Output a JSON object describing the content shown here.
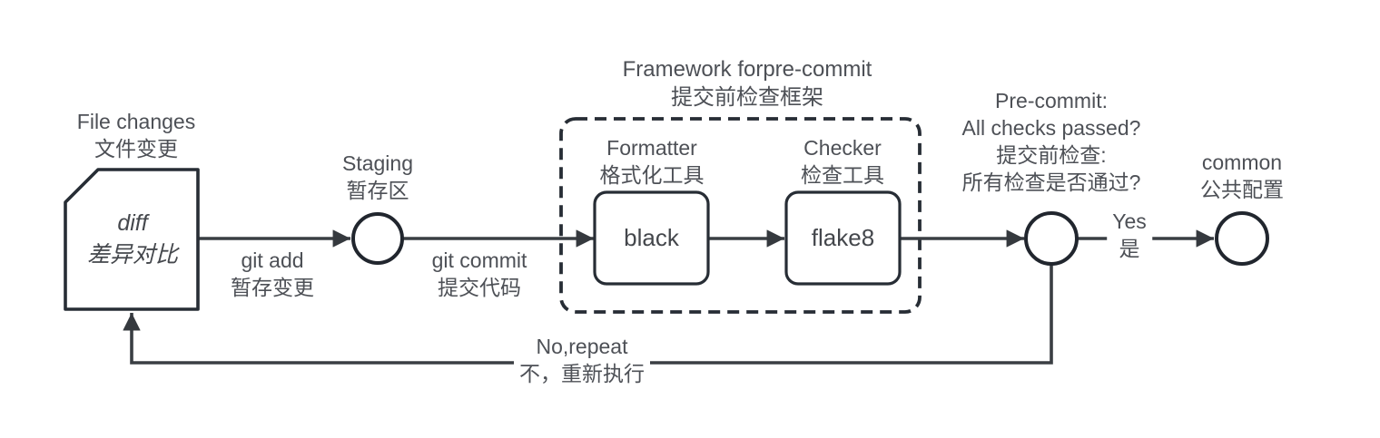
{
  "diagram": {
    "title": "git pre-commit workflow",
    "colors": {
      "background": "#ffffff",
      "shape_stroke": "#272d35",
      "line_stroke": "#3a3e43",
      "text": "#4d5056",
      "shape_fill": "#ffffff"
    },
    "nodes": {
      "file_changes": {
        "label_en": "File changes",
        "label_zh": "文件变更",
        "body_line1": "diff",
        "body_line2": "差异对比",
        "shape": "document"
      },
      "staging": {
        "label_en": "Staging",
        "label_zh": "暂存区",
        "shape": "circle"
      },
      "framework": {
        "title_en": "Framework forpre-commit",
        "title_zh": "提交前检查框架",
        "shape": "dashed-rounded-box"
      },
      "formatter": {
        "label_en": "Formatter",
        "label_zh": "格式化工具",
        "tool": "black",
        "shape": "rounded-box"
      },
      "checker": {
        "label_en": "Checker",
        "label_zh": "检查工具",
        "tool": "flake8",
        "shape": "rounded-box"
      },
      "precommit_check": {
        "line1": "Pre-commit:",
        "line2": "All checks passed?",
        "line3": "提交前检查:",
        "line4": "所有检查是否通过?",
        "shape": "circle"
      },
      "common": {
        "label_en": "common",
        "label_zh": "公共配置",
        "shape": "circle"
      }
    },
    "edges": {
      "git_add": {
        "label_en": "git add",
        "label_zh": "暂存变更",
        "from": "file_changes",
        "to": "staging"
      },
      "git_commit": {
        "label_en": "git commit",
        "label_zh": "提交代码",
        "from": "staging",
        "to": "formatter"
      },
      "formatter_to_checker": {
        "from": "black",
        "to": "flake8"
      },
      "checker_to_decision": {
        "from": "flake8",
        "to": "precommit_check"
      },
      "yes": {
        "label_en": "Yes",
        "label_zh": "是",
        "from": "precommit_check",
        "to": "common"
      },
      "no": {
        "label_en": "No,repeat",
        "label_zh": "不，重新执行",
        "from": "precommit_check",
        "to": "file_changes"
      }
    }
  }
}
